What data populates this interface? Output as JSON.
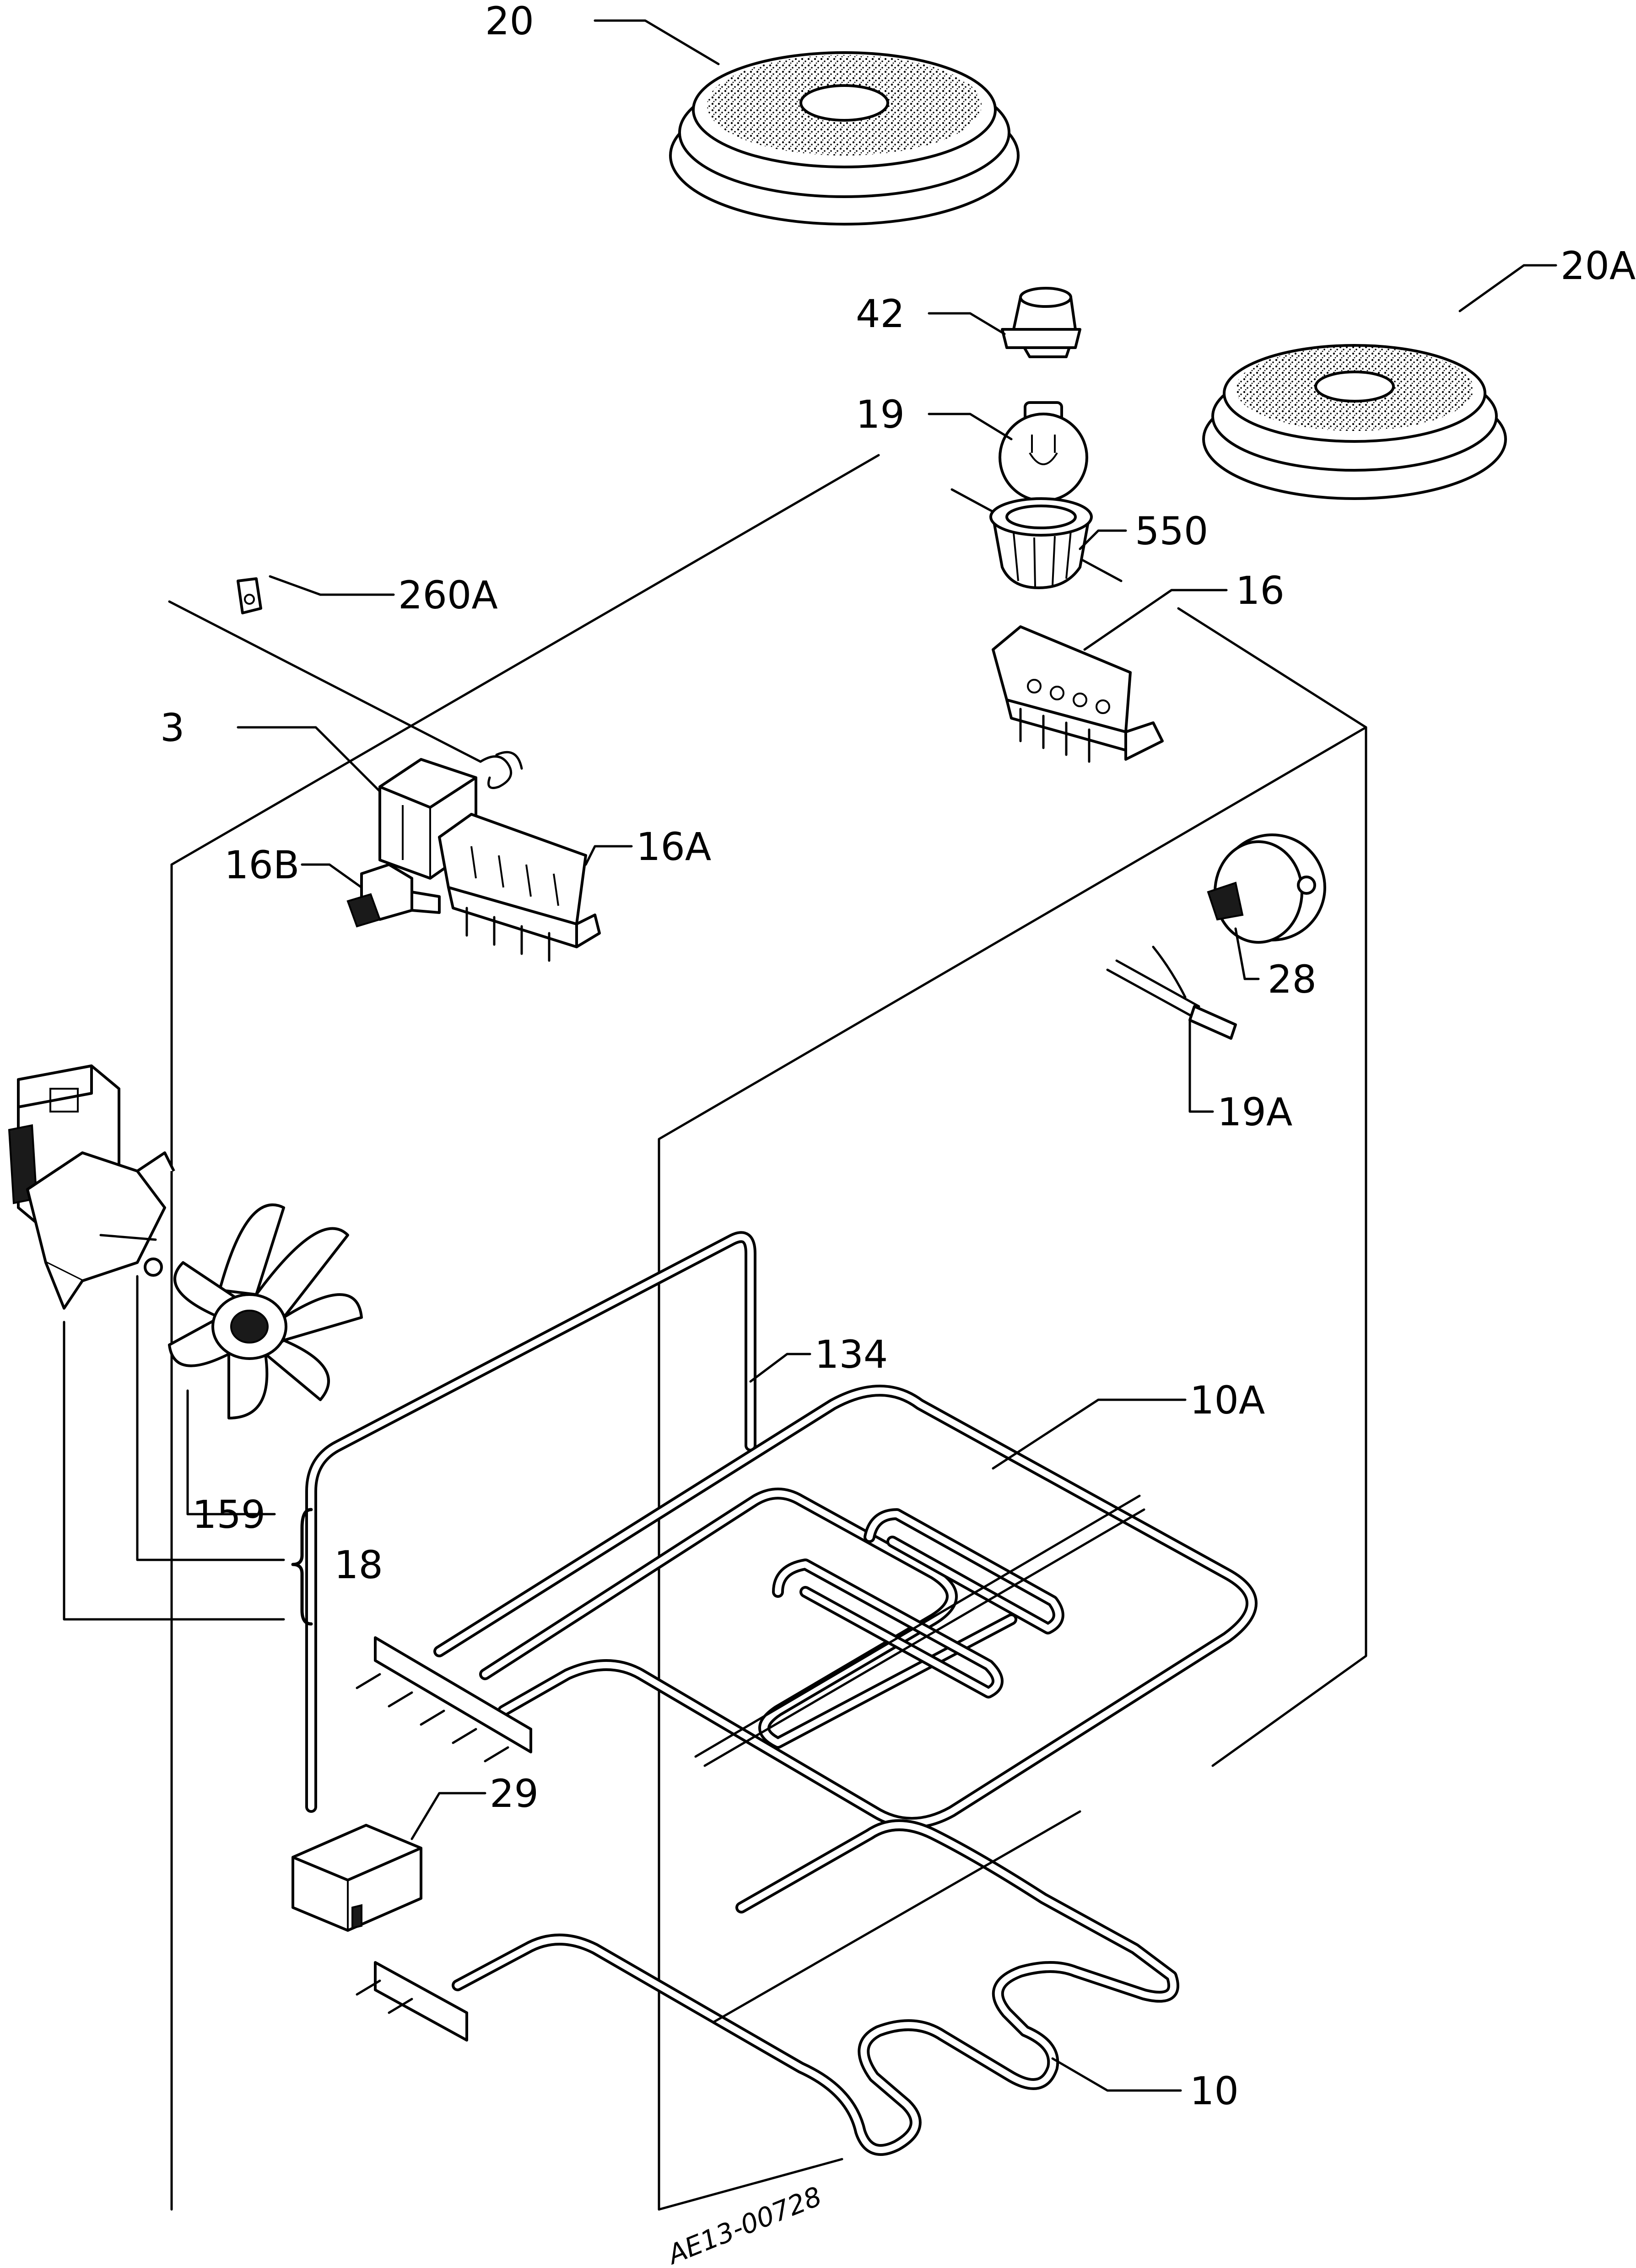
{
  "diagram": {
    "drawing_code": "AE13-00728",
    "callouts": {
      "c20": "20",
      "c20A": "20A",
      "c42": "42",
      "c19": "19",
      "c550": "550",
      "c16": "16",
      "c260A": "260A",
      "c3": "3",
      "c16B": "16B",
      "c16A": "16A",
      "c28": "28",
      "c19A": "19A",
      "c134": "134",
      "c10A": "10A",
      "c159": "159",
      "c18": "18",
      "c29": "29",
      "c10": "10"
    },
    "parts": [
      {
        "ref": "20",
        "icon": "hotplate-large-icon"
      },
      {
        "ref": "20A",
        "icon": "hotplate-small-icon"
      },
      {
        "ref": "42",
        "icon": "lamp-holder-icon"
      },
      {
        "ref": "19",
        "icon": "oven-lamp-bulb-icon"
      },
      {
        "ref": "550",
        "icon": "lamp-cover-icon"
      },
      {
        "ref": "16",
        "icon": "selector-switch-icon"
      },
      {
        "ref": "260A",
        "icon": "thermostat-bulb-clip-icon"
      },
      {
        "ref": "3",
        "icon": "thermostat-icon"
      },
      {
        "ref": "16B",
        "icon": "push-switch-icon"
      },
      {
        "ref": "16A",
        "icon": "energy-regulator-icon"
      },
      {
        "ref": "28",
        "icon": "timer-motor-icon"
      },
      {
        "ref": "19A",
        "icon": "pilot-lamp-icon"
      },
      {
        "ref": "134",
        "icon": "fan-heating-element-icon"
      },
      {
        "ref": "10A",
        "icon": "grill-element-icon"
      },
      {
        "ref": "159",
        "icon": "fan-blade-icon"
      },
      {
        "ref": "18",
        "icon": "fan-motor-assembly-icon"
      },
      {
        "ref": "29",
        "icon": "terminal-block-icon"
      },
      {
        "ref": "10",
        "icon": "bottom-heating-element-icon"
      }
    ]
  }
}
